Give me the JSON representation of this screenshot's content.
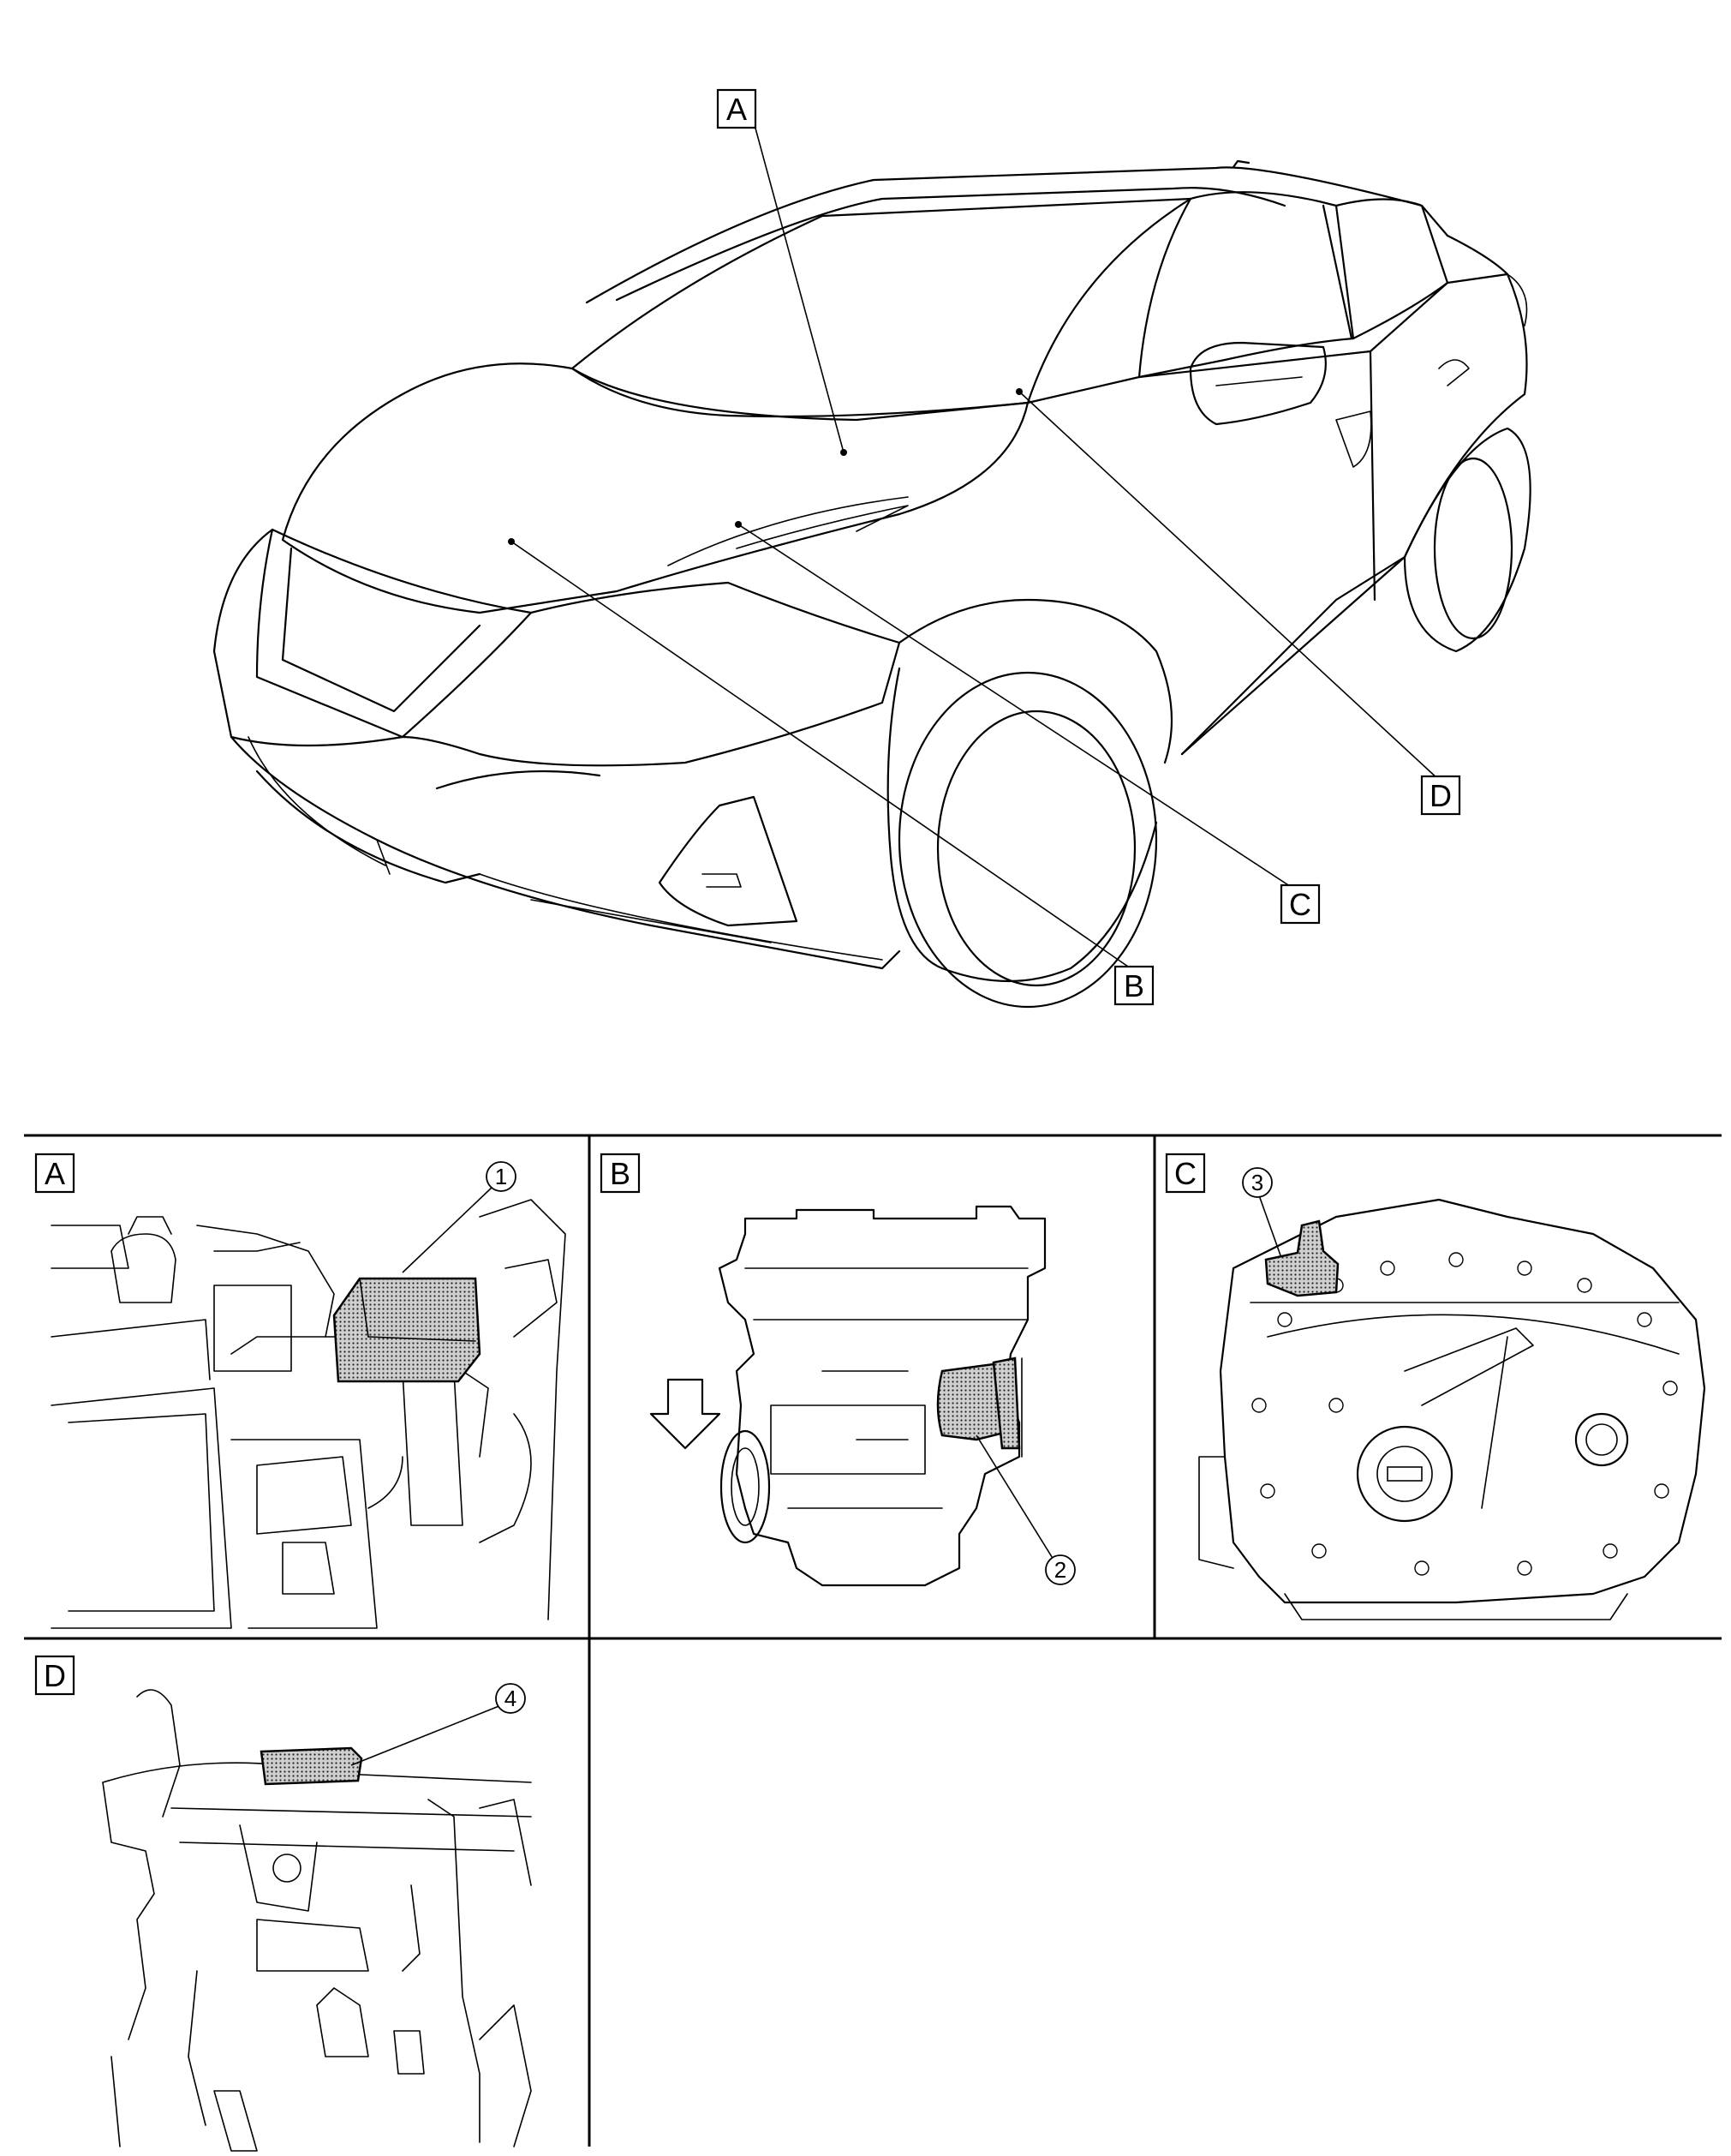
{
  "overview": {
    "callouts": [
      "A",
      "B",
      "C",
      "D"
    ]
  },
  "panels": [
    {
      "label": "A",
      "part_number": "1"
    },
    {
      "label": "B",
      "part_number": "2"
    },
    {
      "label": "C",
      "part_number": "3"
    },
    {
      "label": "D",
      "part_number": "4"
    }
  ]
}
